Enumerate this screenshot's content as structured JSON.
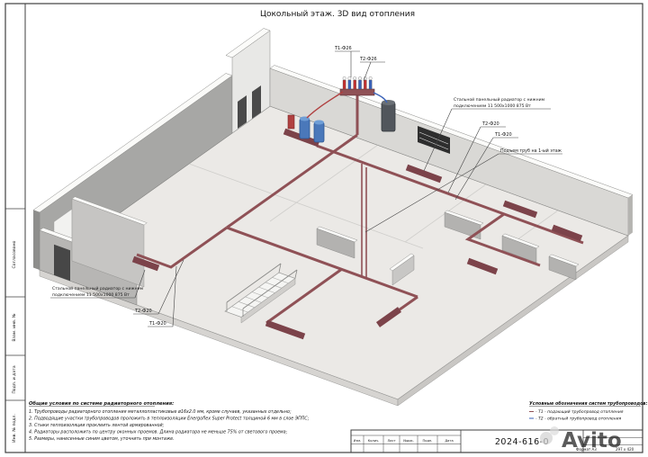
{
  "sheet": {
    "title": "Цокольный этаж. 3D вид отопления",
    "watermark": "Avito"
  },
  "callouts": {
    "t1_f26": "Т1-Ф26",
    "t2_f26": "Т2-Ф26",
    "radiator_right_line1": "Стальной панельный радиатор с нижним",
    "radiator_right_line2": "подключением 11 500х1000 875 Вт",
    "t2_f20_right": "Т2-Ф20",
    "t1_f20_right": "Т1-Ф20",
    "riser": "Подъем труб на 1-ый этаж",
    "radiator_left_line1": "Стальной панельный радиатор с нижним",
    "radiator_left_line2": "подключением 11 500х1000 875 Вт",
    "t2_f20_left": "Т2-Ф20",
    "t1_f20_left": "Т1-Ф20"
  },
  "notes": {
    "title": "Общие условия по системе радиаторного отопления:",
    "items": [
      "1. Трубопроводы радиаторного отопления металлопластиковые ø16х2.0 мм, кроме случаев, указанных отдельно;",
      "2. Подводящие участки трубопроводов проложить в теплоизоляции Energoflex Super Protect толщиной 6 мм в слое ЭППС;",
      "3. Стыки теплоизоляции проклеить лентой армированной;",
      "4. Радиаторы расположить по центру оконных проемов. Длина радиатора не меньше 75% от светового проема;",
      "5. Размеры, нанесенные синим цветом, уточнить при монтаже."
    ]
  },
  "legend": {
    "title": "Условные обозначения систем трубопроводов:",
    "items": [
      "- Т1 - подающий трубопровод отопления",
      "- Т2 - обратный трубопровод отопления"
    ]
  },
  "stamps": {
    "approved": "Согласовано",
    "vzam": "Взам. инв. №",
    "podp": "Подп. и дата",
    "inv": "Инв. № подл."
  },
  "titleblock": {
    "doc_number": "2024-616-0",
    "columns": [
      "Изм.",
      "Колич.",
      "Лист",
      "№док.",
      "Подп.",
      "Дата"
    ],
    "format": "Формат А3",
    "size": "297 х 420"
  },
  "colors": {
    "pipe": "#8f5156",
    "radiator": "#7c434a",
    "wall": "#a7a7a5",
    "accent_red": "#c03030",
    "accent_blue": "#3a62b8"
  }
}
